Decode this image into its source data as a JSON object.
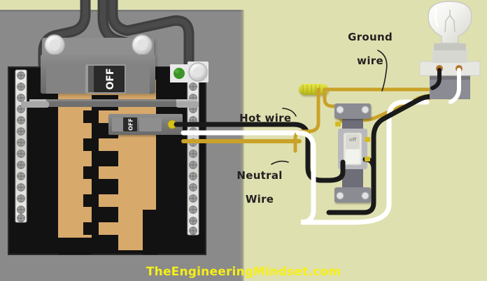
{
  "diagram": {
    "title_watermark": "TheEngineeringMindset.com",
    "background": {
      "wall_color": "#8a8a8a",
      "room_color": "#dfe0b0",
      "top_strip_color": "#dfe0b0",
      "panel_interior_color": "#121212",
      "panel_bus_color": "#d7a96b"
    },
    "labels": [
      {
        "name": "ground-wire-label",
        "line1": "Ground",
        "line2": "wire"
      },
      {
        "name": "hot-wire-label",
        "line1": "Hot wire",
        "line2": ""
      },
      {
        "name": "neutral-wire-label",
        "line1": "Neutral",
        "line2": "Wire"
      }
    ],
    "breakers": [
      {
        "name": "main-breaker",
        "state": "OFF"
      },
      {
        "name": "branch-breaker",
        "state": "OFF"
      }
    ],
    "switch": {
      "name": "light-switch",
      "state": "off"
    },
    "wires": {
      "hot_color": "#1a1a1a",
      "neutral_color": "#ffffff",
      "ground_color": "#c9a227",
      "service_cable_color": "#4a4a4a"
    },
    "components": [
      {
        "name": "light-bulb",
        "label": ""
      },
      {
        "name": "wire-nut",
        "label": ""
      },
      {
        "name": "neutral-bus-bar-left",
        "label": ""
      },
      {
        "name": "neutral-bus-bar-right",
        "label": ""
      },
      {
        "name": "ground-indicator-led",
        "label": ""
      }
    ]
  }
}
